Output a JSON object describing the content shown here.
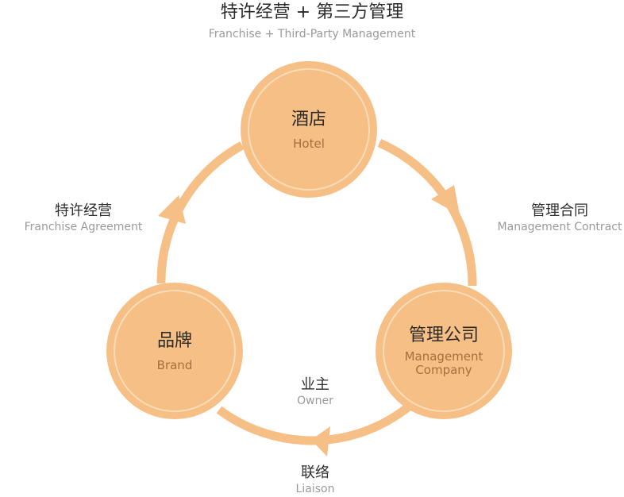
{
  "title": {
    "zh": "特许经营 + 第三方管理",
    "en": "Franchise + Third-Party Management"
  },
  "colors": {
    "node": "#f5bf86",
    "node_ring": "#fbdcb7",
    "arrow": "#f5bf86"
  },
  "nodes": {
    "hotel": {
      "zh": "酒店",
      "en": "Hotel"
    },
    "brand": {
      "zh": "品牌",
      "en": "Brand"
    },
    "company": {
      "zh": "管理公司",
      "en_line1": "Management",
      "en_line2": "Company"
    }
  },
  "edges": {
    "franchise": {
      "zh": "特许经营",
      "en": "Franchise Agreement"
    },
    "contract": {
      "zh": "管理合同",
      "en": "Management Contract"
    },
    "owner": {
      "zh": "业主",
      "en": "Owner"
    },
    "liaison": {
      "zh": "联络",
      "en": "Liaison"
    }
  }
}
